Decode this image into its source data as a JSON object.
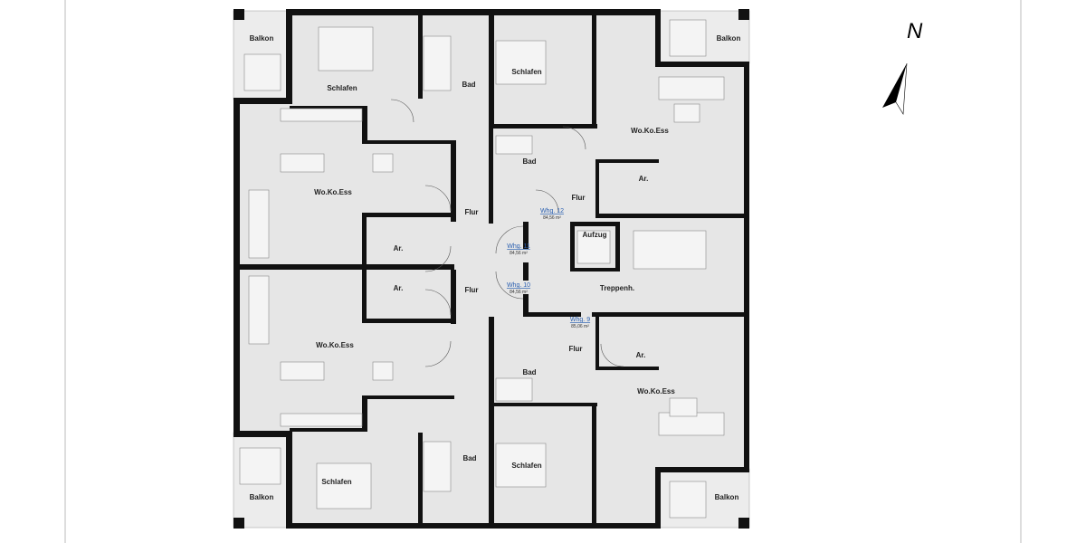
{
  "plan": {
    "rooms": {
      "balkon_nw": "Balkon",
      "balkon_ne": "Balkon",
      "balkon_sw": "Balkon",
      "balkon_se": "Balkon",
      "schlafen_nw": "Schlafen",
      "schlafen_n": "Schlafen",
      "schlafen_sw": "Schlafen",
      "schlafen_s": "Schlafen",
      "bad_n": "Bad",
      "bad_ne": "Bad",
      "bad_se": "Bad",
      "bad_s": "Bad",
      "woko_ne": "Wo.Ko.Ess",
      "woko_nw": "Wo.Ko.Ess",
      "woko_sw": "Wo.Ko.Ess",
      "woko_se": "Wo.Ko.Ess",
      "flur_nw": "Flur",
      "flur_ne": "Flur",
      "flur_sw": "Flur",
      "flur_se": "Flur",
      "ar_nw": "Ar.",
      "ar_ne": "Ar.",
      "ar_sw": "Ar.",
      "ar_se": "Ar.",
      "aufzug": "Aufzug",
      "treppenhaus": "Treppenh."
    },
    "units": [
      {
        "name": "Whg. 12",
        "area": "84,56 m²"
      },
      {
        "name": "Whg. 11",
        "area": "84,56 m²"
      },
      {
        "name": "Whg. 10",
        "area": "84,56 m²"
      },
      {
        "name": "Whg. 9",
        "area": "85,06 m²"
      }
    ],
    "north_label": "N"
  }
}
